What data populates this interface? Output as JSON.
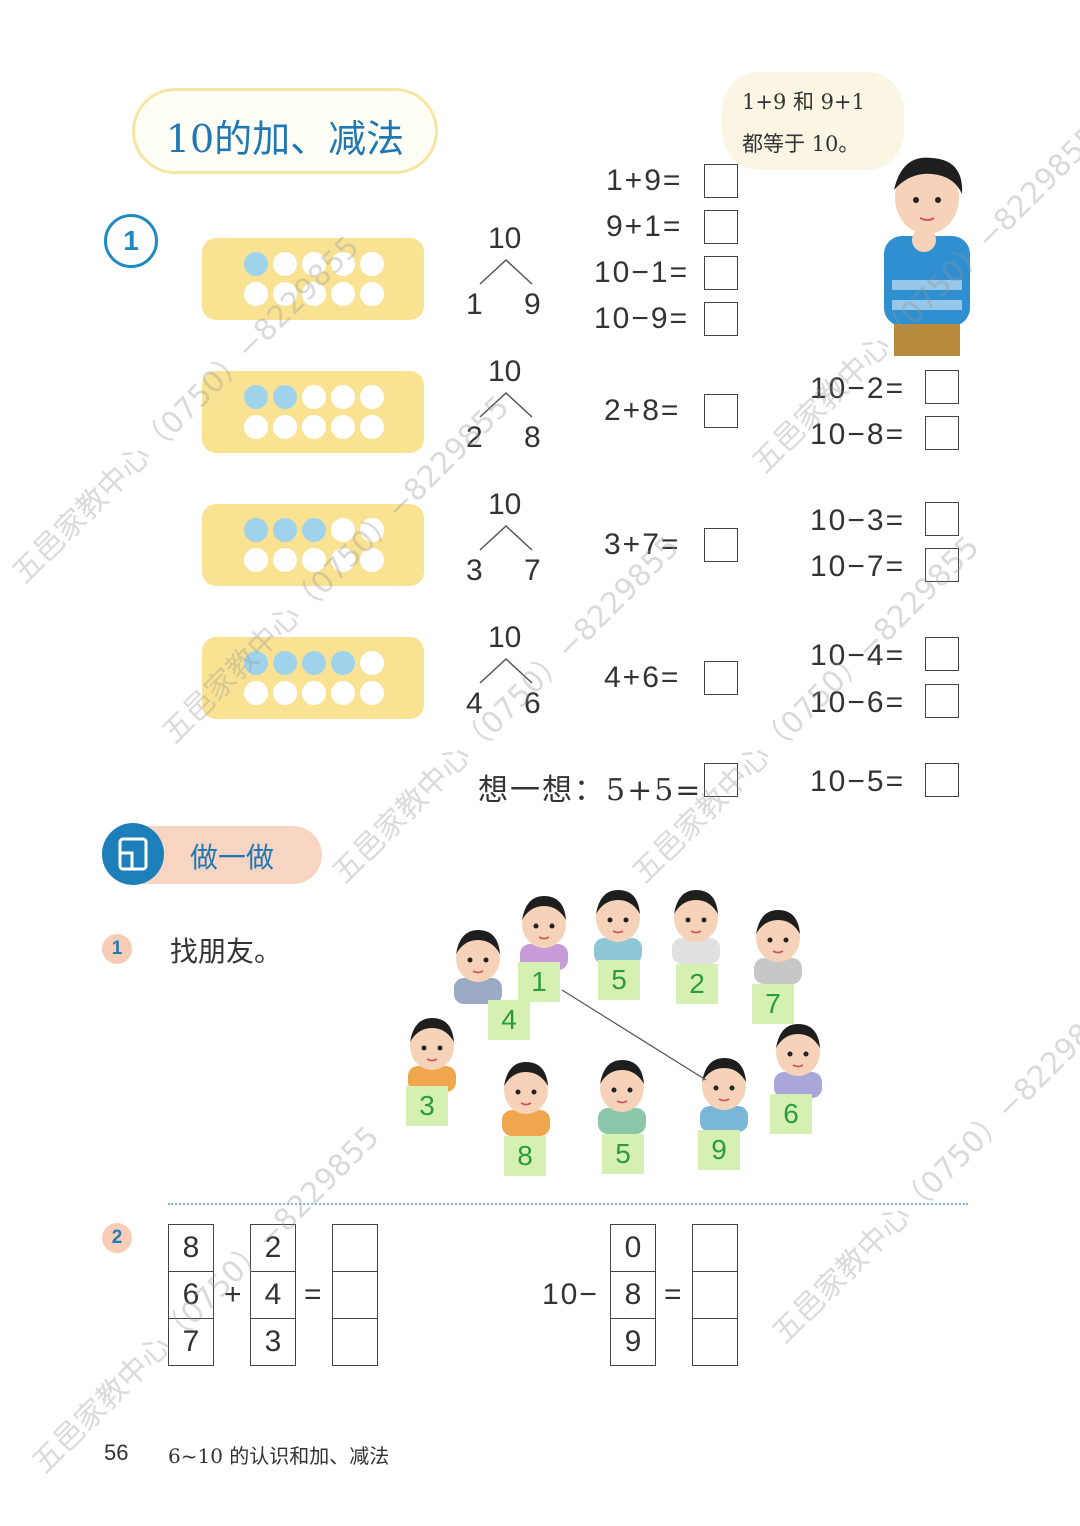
{
  "title": "10的加、减法",
  "bubble": {
    "line1": "1+9 和 9+1",
    "line2": "都等于 10。"
  },
  "example_num": "1",
  "rows": [
    {
      "top": "10",
      "left": "1",
      "right": "9",
      "blue": 1
    },
    {
      "top": "10",
      "left": "2",
      "right": "8",
      "blue": 2
    },
    {
      "top": "10",
      "left": "3",
      "right": "7",
      "blue": 3
    },
    {
      "top": "10",
      "left": "4",
      "right": "6",
      "blue": 4
    }
  ],
  "equations_mid": [
    "1+9=",
    "9+1=",
    "10−1=",
    "10−9=",
    "2+8=",
    "3+7=",
    "4+6="
  ],
  "equations_right": [
    "10−2=",
    "10−8=",
    "10−3=",
    "10−7=",
    "10−4=",
    "10−6=",
    "10−5="
  ],
  "think": "想一想：5+5=",
  "section": "做一做",
  "q1": {
    "num": "1",
    "text": "找朋友。",
    "tags": [
      "4",
      "1",
      "5",
      "2",
      "7",
      "3",
      "8",
      "5",
      "9",
      "6"
    ]
  },
  "q2": {
    "num": "2",
    "left_col": [
      "8",
      "6",
      "7"
    ],
    "plus": "+",
    "right_col": [
      "2",
      "4",
      "3"
    ],
    "eq": "=",
    "minus_prefix": "10−",
    "sub_col": [
      "0",
      "8",
      "9"
    ],
    "eq2": "="
  },
  "footer": {
    "page": "56",
    "text": "6~10 的认识和加、减法"
  },
  "watermark": {
    "a": "五邑家教中心（0750）−8229855"
  },
  "colors": {
    "blue": "#1f78b4",
    "frame": "#f9e393",
    "dot_blue": "#9fd3ec",
    "tag_bg": "#d6f0b4",
    "tag_text": "#2a9d3a"
  }
}
